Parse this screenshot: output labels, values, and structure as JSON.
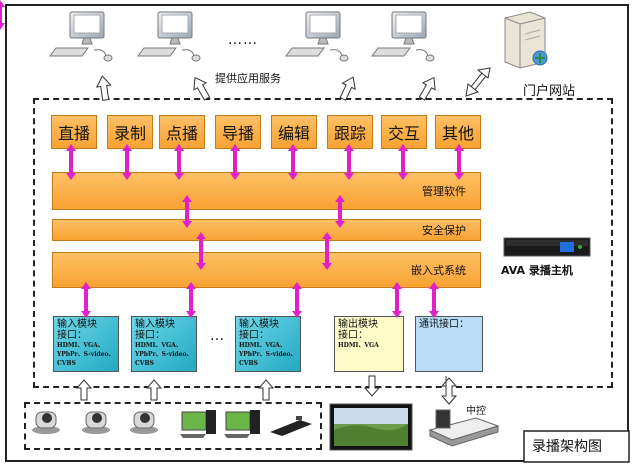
{
  "top": {
    "ellipsis": "……",
    "service_label": "提供应用服务",
    "portal_label": "门户网站"
  },
  "functions": [
    "直播",
    "录制",
    "点播",
    "导播",
    "编辑",
    "跟踪",
    "交互",
    "其他"
  ],
  "bars": {
    "management": "管理软件",
    "security": "安全保护",
    "embedded": "嵌入式系统"
  },
  "device_label": "AVA 录播主机",
  "modules": [
    {
      "title": "输入模块",
      "sub": "接口：",
      "spec": "HDMI、VGA、YPbPr、S-video、CVBS"
    },
    {
      "title": "输入模块",
      "sub": "接口：",
      "spec": "HDMI、VGA、YPbPr、S-video、CVBS"
    },
    {
      "title": "输入模块",
      "sub": "接口：",
      "spec": "HDMI、VGA、YPbPr、S-video、CVBS"
    },
    {
      "title": "输出模块",
      "sub": "接口：",
      "spec": "HDMI、VGA"
    },
    {
      "title": "通讯接口：",
      "sub": "",
      "spec": ""
    }
  ],
  "module_ellipsis": "…",
  "control_label": "中控",
  "caption": "录播架构图",
  "colors": {
    "orange": "#f7a232",
    "arrow": "#e020c8",
    "cyan": "#22a9c2"
  }
}
